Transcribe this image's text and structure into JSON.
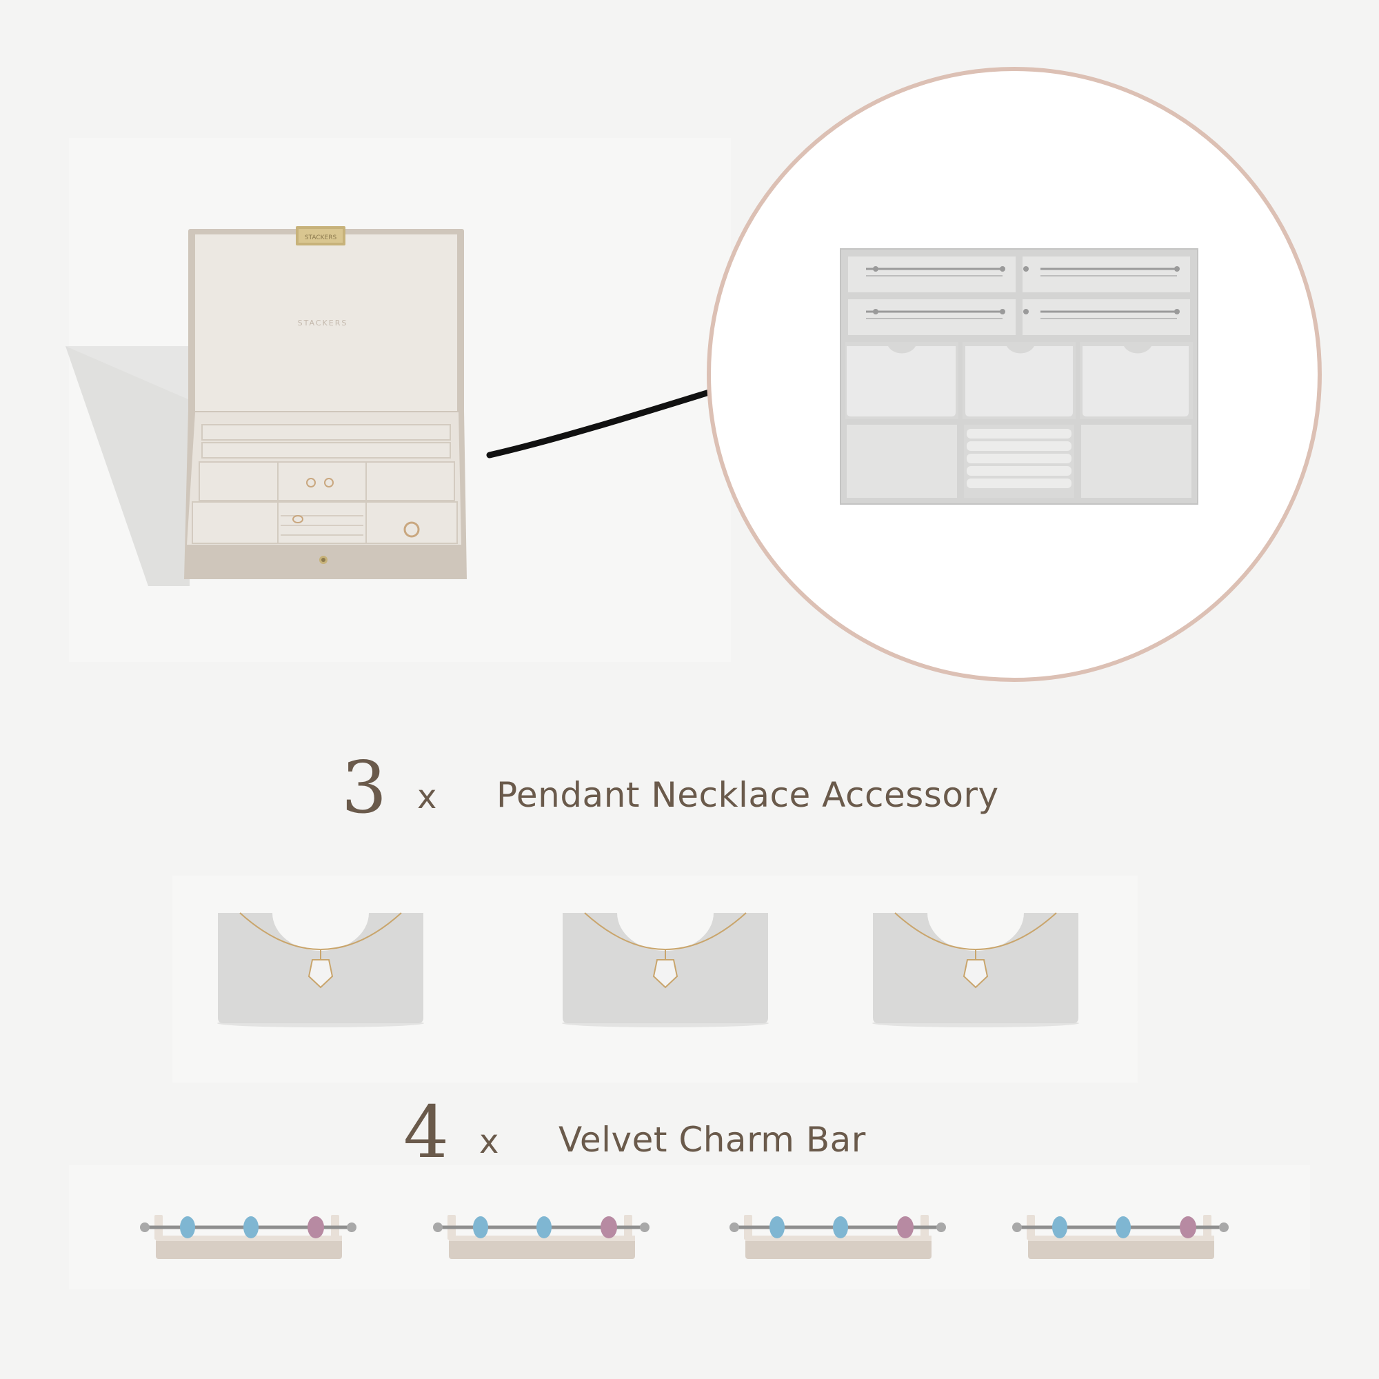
{
  "jewellery_box": {
    "clasp_brand": "STACKERS",
    "lid_brand": "STACKERS"
  },
  "zoom": {
    "ring_color": "#dcc0b4"
  },
  "accessories": [
    {
      "count": "3",
      "multiplier": "x",
      "name": "Pendant Necklace Accessory"
    },
    {
      "count": "4",
      "multiplier": "x",
      "name": "Velvet Charm Bar"
    }
  ],
  "colors": {
    "text": "#6a5a4b",
    "taupe": "#c9bfb3",
    "velvet_grey": "#dcdcdb",
    "charm_blue": "#7fb6d2",
    "charm_pink": "#b78aa2"
  }
}
